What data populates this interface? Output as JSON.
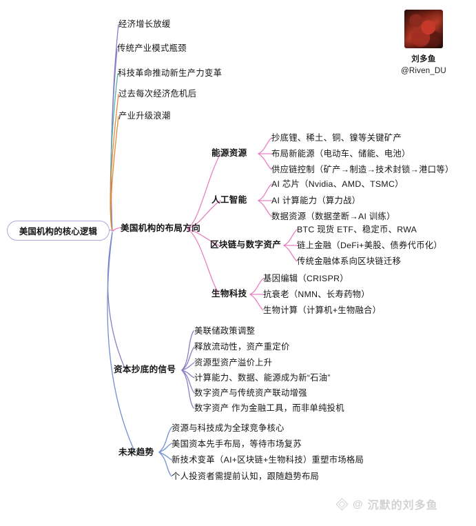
{
  "root": {
    "label": "美国机构的核心逻辑"
  },
  "profile": {
    "avatar_icon": "avatar-image",
    "name": "刘多鱼",
    "handle": "@Riven_DU"
  },
  "watermark": {
    "logo_icon": "diamond-logo-icon",
    "at": "@",
    "text": "沉默的刘多鱼"
  },
  "colors": {
    "root_border": "#b7a3dd",
    "edge_purple": "#8e7cc3",
    "edge_blue": "#6f8fd0",
    "edge_teal": "#57b0a8",
    "edge_orange": "#e08a3c",
    "edge_pink": "#e87fc0",
    "text": "#141414",
    "watermark": "#d2d2d2",
    "background": "#ffffff"
  },
  "top_items": [
    {
      "label": "经济增长放缓",
      "color": "#8e7cc3"
    },
    {
      "label": "传统产业模式瓶颈",
      "color": "#7b7fc9"
    },
    {
      "label": "科技革命推动新生产力变革",
      "color": "#57b0a8"
    },
    {
      "label": "过去每次经济危机后",
      "color": "#e08a3c"
    },
    {
      "label": "产业升级浪潮",
      "color": "#e08a3c"
    }
  ],
  "branches": [
    {
      "label": "美国机构的布局方向",
      "color": "#e87fc0",
      "groups": [
        {
          "label": "能源资源",
          "children": [
            "抄底锂、稀土、铜、镍等关键矿产",
            "布局新能源（电动车、储能、电池）",
            "供应链控制（矿产→制造→技术封锁→港口等）"
          ]
        },
        {
          "label": "人工智能",
          "children": [
            "AI 芯片（Nvidia、AMD、TSMC）",
            "AI 计算能力（算力战）",
            "数据资源（数据垄断→AI 训练）"
          ]
        },
        {
          "label": "区块链与数字资产",
          "children": [
            "BTC 现货 ETF、稳定币、RWA",
            "链上金融（DeFi+美股、债券代币化）",
            "传统金融体系向区块链迁移"
          ]
        },
        {
          "label": "生物科技",
          "children": [
            "基因编辑（CRISPR）",
            "抗衰老（NMN、长寿药物）",
            "生物计算（计算机+生物融合）"
          ]
        }
      ]
    },
    {
      "label": "资本抄底的信号",
      "color": "#8e7cc3",
      "children": [
        "美联储政策调整",
        "释放流动性，资产重定价",
        "资源型资产溢价上升",
        "计算能力、数据、能源成为新“石油”",
        "数字资产与传统资产联动增强",
        "数字资产 作为金融工具，而非单纯投机"
      ]
    },
    {
      "label": "未来趋势",
      "color": "#6f8fd0",
      "children": [
        "资源与科技成为全球竞争核心",
        "美国资本先手布局，等待市场复苏",
        "新技术变革（AI+区块链+生物科技）重塑市场格局",
        "个人投资者需提前认知，跟随趋势布局"
      ]
    }
  ]
}
